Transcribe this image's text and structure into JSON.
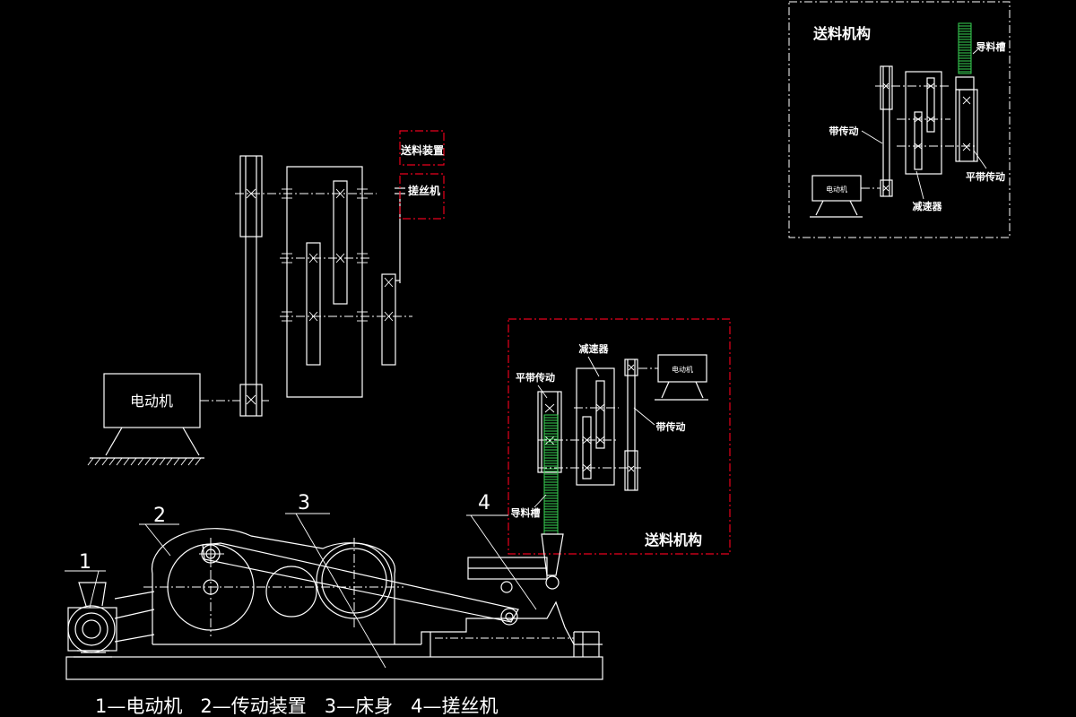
{
  "colors": {
    "background": "#000000",
    "line": "#ffffff",
    "frame_red": "#e8001c",
    "chute_green": "#39d353"
  },
  "schematic": {
    "motor_label": "电动机",
    "feeder_label": "送料装置",
    "roller_label": "搓丝机"
  },
  "feed_inset": {
    "title": "送料机构",
    "reducer_label": "减速器",
    "flat_belt_label": "平带传动",
    "belt_label": "带传动",
    "motor_label": "电动机",
    "chute_label": "导料槽"
  },
  "feed_inset_top": {
    "title": "送料机构",
    "chute_label": "导料槽",
    "belt_label": "带传动",
    "motor_label": "电动机",
    "reducer_label": "减速器",
    "flat_belt_label": "平带传动"
  },
  "assembly": {
    "callouts": [
      "1",
      "2",
      "3",
      "4"
    ],
    "legend": "1—电动机   2—传动装置   3—床身   4—搓丝机"
  }
}
